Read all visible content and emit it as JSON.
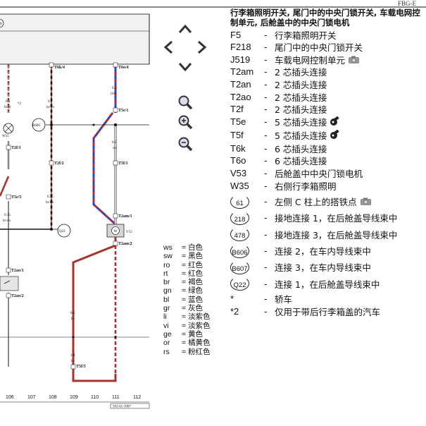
{
  "header_tag": "FBG-E",
  "diagram": {
    "column_numbers": [
      "106",
      "107",
      "108",
      "109",
      "110",
      "111",
      "112"
    ],
    "drawing_number": "503-01-1007",
    "top_label_left": "0",
    "wires": [
      {
        "gauge": "0.5",
        "color_code": "br/gr",
        "note": "*2"
      },
      {
        "gauge": "0.5",
        "color_code": "br/ws"
      },
      {
        "gauge": "0.5",
        "color_code": "rt/bl"
      },
      {
        "gauge": "0.5",
        "color_code": "ws"
      },
      {
        "gauge": "0.35",
        "color_code": "br/ws"
      },
      {
        "gauge": "0.35",
        "color_code": "br/ws"
      },
      {
        "gauge": "0.5",
        "color_code": "br"
      },
      {
        "gauge": "1.0",
        "color_code": "br"
      }
    ],
    "connectors": [
      "T6k/4",
      "T6o/4",
      "T5e/1",
      "T5f/1",
      "T2f/1",
      "T2f/2",
      "T2am/1",
      "T2am/2",
      "T2ao/1",
      "T2ao/2",
      "T5f/5",
      "T5e/5"
    ],
    "ground_points": [
      "B606",
      "Q22"
    ],
    "components": [
      "W35",
      "V53"
    ]
  },
  "navigation": {
    "up": "arrow-up-icon",
    "left": "arrow-left-icon",
    "right": "arrow-right-icon",
    "down": "arrow-down-icon",
    "zoom_fit": "zoom-fit-icon",
    "zoom_in": "zoom-in-icon",
    "zoom_out": "zoom-out-icon"
  },
  "color_codes": [
    {
      "code": "ws",
      "name": "白色"
    },
    {
      "code": "sw",
      "name": "黑色"
    },
    {
      "code": "ro",
      "name": "红色"
    },
    {
      "code": "rt",
      "name": "红色"
    },
    {
      "code": "br",
      "name": "褐色"
    },
    {
      "code": "gn",
      "name": "绿色"
    },
    {
      "code": "bl",
      "name": "蓝色"
    },
    {
      "code": "gr",
      "name": "灰色"
    },
    {
      "code": "li",
      "name": "淡紫色"
    },
    {
      "code": "vi",
      "name": "淡紫色"
    },
    {
      "code": "ge",
      "name": "黄色"
    },
    {
      "code": "or",
      "name": "橘黄色"
    },
    {
      "code": "rs",
      "name": "粉红色"
    }
  ],
  "legend": {
    "title": "行李箱照明开关, 尾门中的中央门锁开关, 车载电网控制单元, 后舱盖中的中央门锁电机",
    "items": [
      {
        "code": "F5",
        "desc": "行李箱照明开关"
      },
      {
        "code": "F218",
        "desc": "尾门中的中央门锁开关"
      },
      {
        "code": "J519",
        "desc": "车载电网控制单元",
        "icon": "camera-icon"
      },
      {
        "code": "T2am",
        "desc": "2 芯插头连接"
      },
      {
        "code": "T2an",
        "desc": "2 芯插头连接"
      },
      {
        "code": "T2ao",
        "desc": "2 芯插头连接"
      },
      {
        "code": "T2f",
        "desc": "2 芯插头连接"
      },
      {
        "code": "T5e",
        "desc": "5 芯插头连接",
        "icon": "plug-icon"
      },
      {
        "code": "T5f",
        "desc": "5 芯插头连接",
        "icon": "plug-icon"
      },
      {
        "code": "T6k",
        "desc": "6 芯插头连接"
      },
      {
        "code": "T6o",
        "desc": "6 芯插头连接"
      },
      {
        "code": "V53",
        "desc": "后舱盖中中央门锁电机"
      },
      {
        "code": "W35",
        "desc": "右侧行李箱照明"
      }
    ],
    "circle_items": [
      {
        "code": "61",
        "desc": "左侧 C 柱上的搭铁点",
        "icon": "camera-icon"
      },
      {
        "code": "218",
        "desc": "接地连接 1，在后舱盖导线束中"
      },
      {
        "code": "478",
        "desc": "接地连接 3，在后舱盖导线束中"
      },
      {
        "code": "B606",
        "desc": "连接 2，在车内导线束中"
      },
      {
        "code": "B607",
        "desc": "连接 3，在车内导线束中"
      },
      {
        "code": "Q22",
        "desc": "连接 1，在后舱盖导线束中"
      }
    ],
    "notes": [
      {
        "code": "*",
        "desc": "轿车"
      },
      {
        "code": "*2",
        "desc": "仅用于带后行李箱盖的汽车"
      }
    ]
  }
}
